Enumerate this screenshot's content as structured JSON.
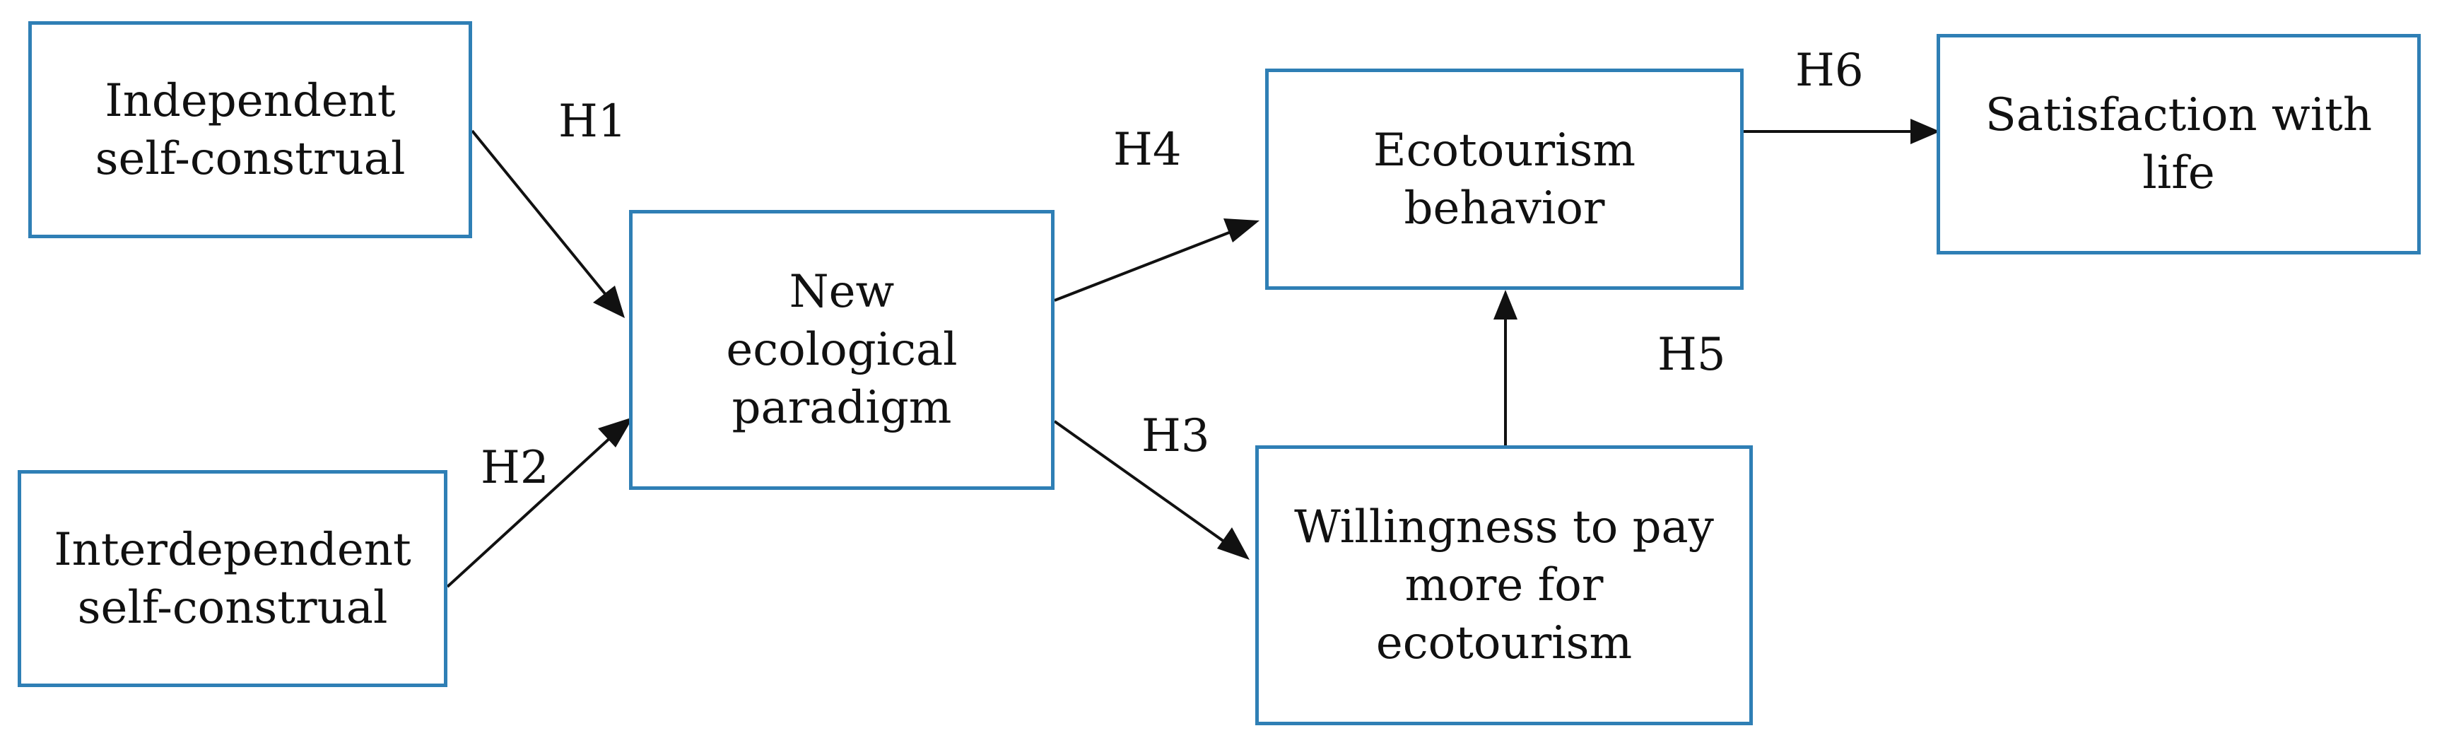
{
  "nodes": {
    "independent": "Independent\nself-construal",
    "interdependent": "Interdependent\nself-construal",
    "nep": "New\necological\nparadigm",
    "ecotourism_behavior": "Ecotourism\nbehavior",
    "willingness": "Willingness to pay\nmore for\necotourism",
    "satisfaction": "Satisfaction with\nlife"
  },
  "hypotheses": {
    "h1": "H1",
    "h2": "H2",
    "h3": "H3",
    "h4": "H4",
    "h5": "H5",
    "h6": "H6"
  },
  "colors": {
    "box_border": "#2f7fb5",
    "arrow": "#111111",
    "text": "#111111"
  }
}
